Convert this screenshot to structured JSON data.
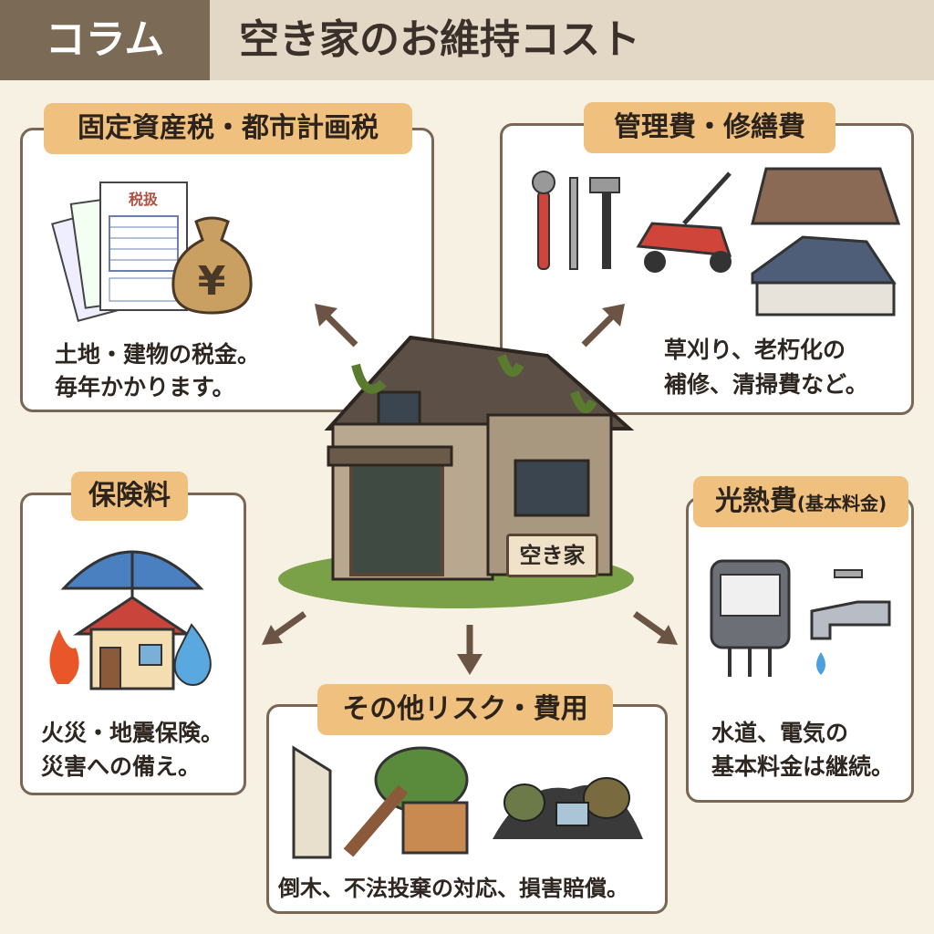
{
  "header": {
    "tag": "コラム",
    "title": "空き家のお維持コスト"
  },
  "panels": {
    "tax": {
      "title": "固定資産税・都市計画税",
      "line1": "土地・建物の税金。",
      "line2": "毎年かかります。",
      "doc_label": "税扱",
      "yen": "¥"
    },
    "maintenance": {
      "title": "管理費・修繕費",
      "line1": "草刈り、老朽化の",
      "line2": "補修、清掃費など。"
    },
    "insurance": {
      "title": "保険料",
      "line1": "火災・地震保険。",
      "line2": "災害への備え。"
    },
    "utilities": {
      "title": "光熱費",
      "title_note": "(基本料金)",
      "line1": "水道、電気の",
      "line2": "基本料金は継続。"
    },
    "other": {
      "title": "その他リスク・費用",
      "line1": "倒木、不法投棄の対応、損害賠償。"
    }
  },
  "house": {
    "sign": "空き家"
  },
  "colors": {
    "header_dark": "#7b6a55",
    "header_light": "#e3d8c5",
    "pill": "#f0c07f",
    "border": "#7a6654",
    "background": "#f6f1e3"
  }
}
